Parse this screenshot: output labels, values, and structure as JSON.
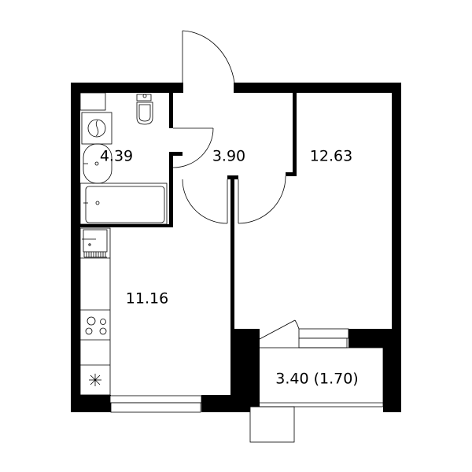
{
  "floor_plan": {
    "rooms": [
      {
        "id": "bathroom",
        "area": "4.39"
      },
      {
        "id": "hallway",
        "area": "3.90"
      },
      {
        "id": "bedroom",
        "area": "12.63"
      },
      {
        "id": "kitchen",
        "area": "11.16"
      },
      {
        "id": "balcony",
        "area": "3.40 (1.70)"
      }
    ],
    "colors": {
      "wall": "#000000",
      "background": "#ffffff"
    }
  }
}
